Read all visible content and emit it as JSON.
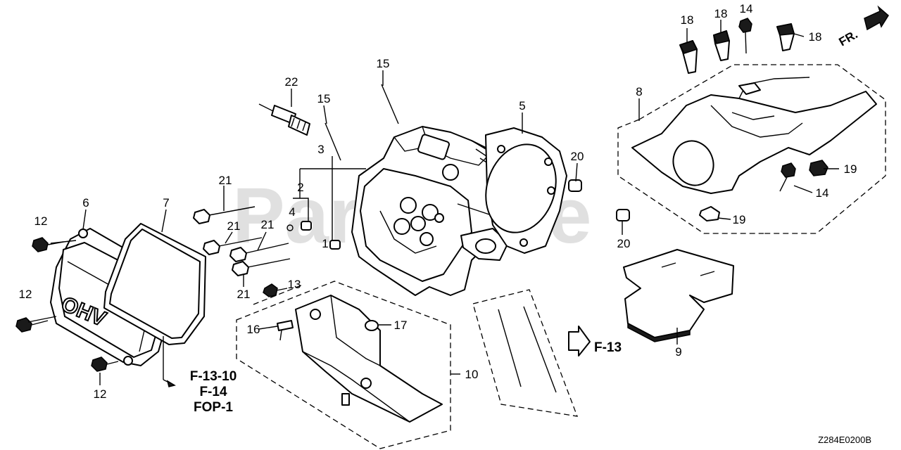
{
  "watermark": "PartsTree",
  "orientation": {
    "label": "FR."
  },
  "cover_marking": "OHV",
  "diagram_code": "Z284E0200B",
  "cross_references": {
    "valve_cover": [
      "F-13-10",
      "F-14",
      "FOP-1"
    ],
    "push_rods": "F-13"
  },
  "callouts": [
    {
      "id": "c1",
      "text": "1"
    },
    {
      "id": "c2",
      "text": "2"
    },
    {
      "id": "c3",
      "text": "3"
    },
    {
      "id": "c4",
      "text": "4"
    },
    {
      "id": "c5",
      "text": "5"
    },
    {
      "id": "c6",
      "text": "6"
    },
    {
      "id": "c7",
      "text": "7"
    },
    {
      "id": "c8",
      "text": "8"
    },
    {
      "id": "c9",
      "text": "9"
    },
    {
      "id": "c10",
      "text": "10"
    },
    {
      "id": "c12a",
      "text": "12"
    },
    {
      "id": "c12b",
      "text": "12"
    },
    {
      "id": "c12c",
      "text": "12"
    },
    {
      "id": "c13",
      "text": "13"
    },
    {
      "id": "c14a",
      "text": "14"
    },
    {
      "id": "c14b",
      "text": "14"
    },
    {
      "id": "c15a",
      "text": "15"
    },
    {
      "id": "c15b",
      "text": "15"
    },
    {
      "id": "c16",
      "text": "16"
    },
    {
      "id": "c17",
      "text": "17"
    },
    {
      "id": "c18a",
      "text": "18"
    },
    {
      "id": "c18b",
      "text": "18"
    },
    {
      "id": "c18c",
      "text": "18"
    },
    {
      "id": "c19a",
      "text": "19"
    },
    {
      "id": "c19b",
      "text": "19"
    },
    {
      "id": "c20a",
      "text": "20"
    },
    {
      "id": "c20b",
      "text": "20"
    },
    {
      "id": "c21a",
      "text": "21"
    },
    {
      "id": "c21b",
      "text": "21"
    },
    {
      "id": "c21c",
      "text": "21"
    },
    {
      "id": "c21d",
      "text": "21"
    },
    {
      "id": "c22",
      "text": "22"
    }
  ]
}
